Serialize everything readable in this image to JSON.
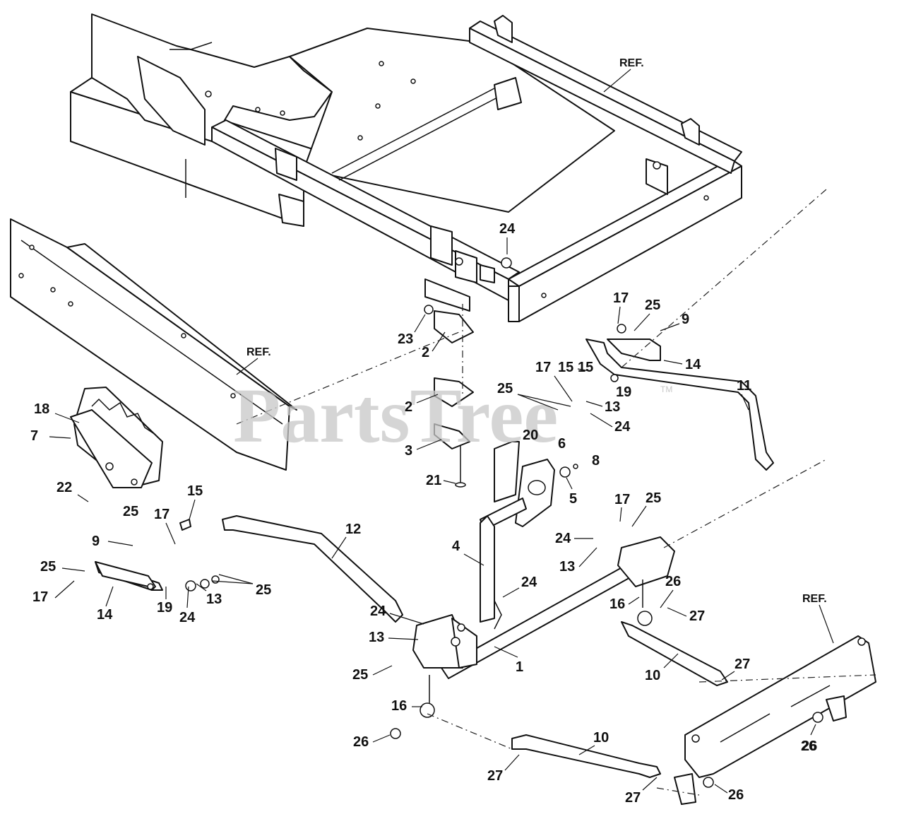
{
  "watermark": {
    "text": "PartsTree",
    "tm": "TM"
  },
  "ref_labels": [
    "REF.",
    "REF.",
    "REF."
  ],
  "callouts": [
    "24",
    "23",
    "2",
    "2",
    "3",
    "21",
    "20",
    "6",
    "8",
    "5",
    "17",
    "25",
    "9",
    "15",
    "14",
    "11",
    "19",
    "17",
    "15",
    "25",
    "13",
    "24",
    "18",
    "7",
    "22",
    "25",
    "15",
    "17",
    "9",
    "25",
    "17",
    "14",
    "19",
    "24",
    "13",
    "25",
    "12",
    "4",
    "24",
    "24",
    "13",
    "25",
    "17",
    "25",
    "24",
    "13",
    "1",
    "16",
    "26",
    "26",
    "27",
    "16",
    "10",
    "27",
    "26",
    "27",
    "10",
    "27",
    "26",
    "26"
  ]
}
